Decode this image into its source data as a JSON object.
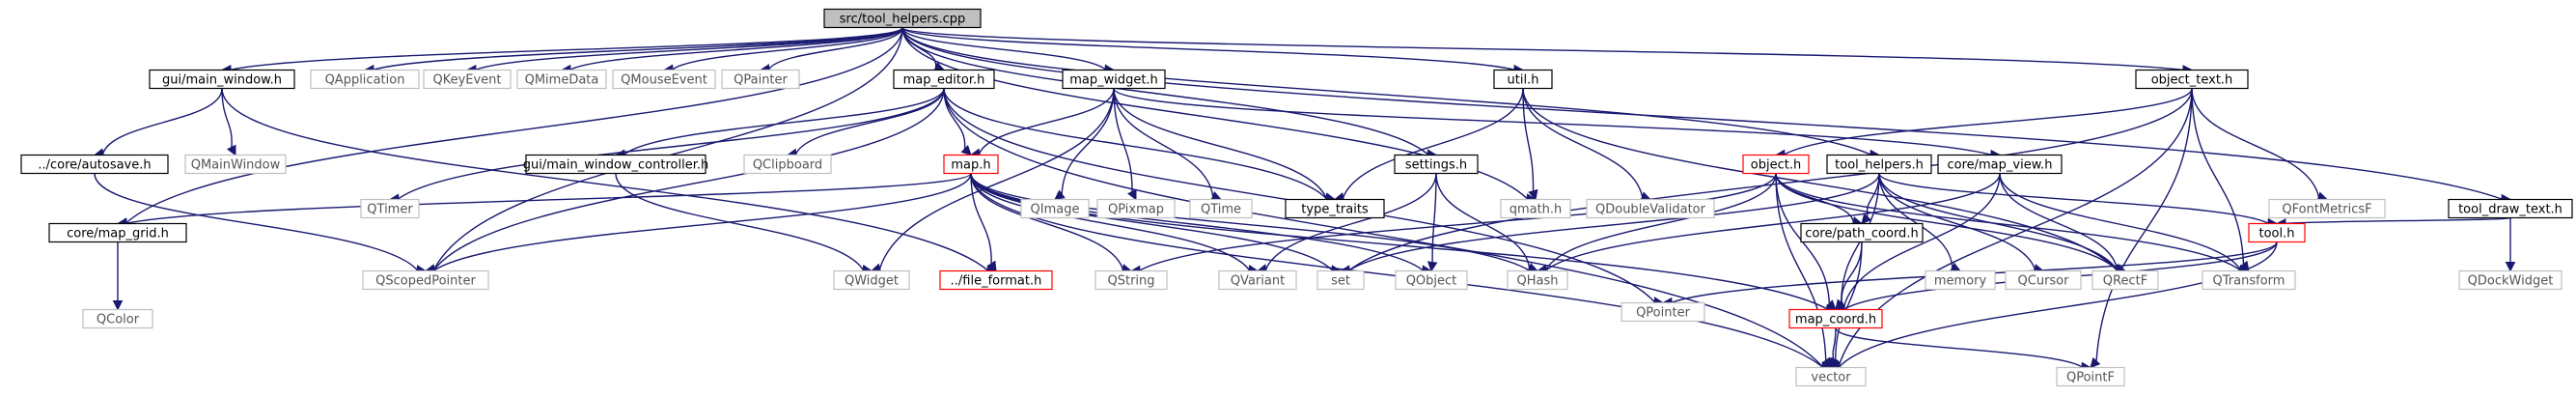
{
  "graph": {
    "title": "Include dependency graph for tool_helpers.cpp",
    "nodes": {
      "root": "src/tool_helpers.cpp",
      "main_window": "gui/main_window.h",
      "qapplication": "QApplication",
      "qkeyevent": "QKeyEvent",
      "qmimedata": "QMimeData",
      "qmouseevent": "QMouseEvent",
      "qpainter": "QPainter",
      "map_editor": "map_editor.h",
      "map_widget": "map_widget.h",
      "util": "util.h",
      "object_text": "object_text.h",
      "tool_draw_text": "tool_draw_text.h",
      "autosave": "../core/autosave.h",
      "qmainwindow": "QMainWindow",
      "qtimer": "QTimer",
      "main_window_controller": "gui/main_window_controller.h",
      "qclipboard": "QClipboard",
      "map": "map.h",
      "qimage": "QImage",
      "qpixmap": "QPixmap",
      "qtime": "QTime",
      "type_traits": "type_traits",
      "settings": "settings.h",
      "qmath": "qmath.h",
      "qdoublevalidator": "QDoubleValidator",
      "qfontmetricsf": "QFontMetricsF",
      "qdockwidget": "QDockWidget",
      "object": "object.h",
      "tool_helpers": "tool_helpers.h",
      "core_map_view": "core/map_view.h",
      "map_grid": "core/map_grid.h",
      "qscopedpointer": "QScopedPointer",
      "qwidget": "QWidget",
      "file_format": "../file_format.h",
      "qstring": "QString",
      "qvariant": "QVariant",
      "set": "set",
      "qobject": "QObject",
      "qhash": "QHash",
      "path_coord": "core/path_coord.h",
      "memory": "memory",
      "qcursor": "QCursor",
      "qrectf": "QRectF",
      "qtransform": "QTransform",
      "tool": "tool.h",
      "qcolor": "QColor",
      "qpointer": "QPointer",
      "map_coord": "map_coord.h",
      "vector": "vector",
      "qpointf": "QPointF"
    }
  },
  "colors": {
    "edge": "#191970",
    "root_fill": "#bfbfbf",
    "gray_border": "#bfbfbf",
    "red_border": "#ff0000",
    "black_border": "#000000"
  }
}
